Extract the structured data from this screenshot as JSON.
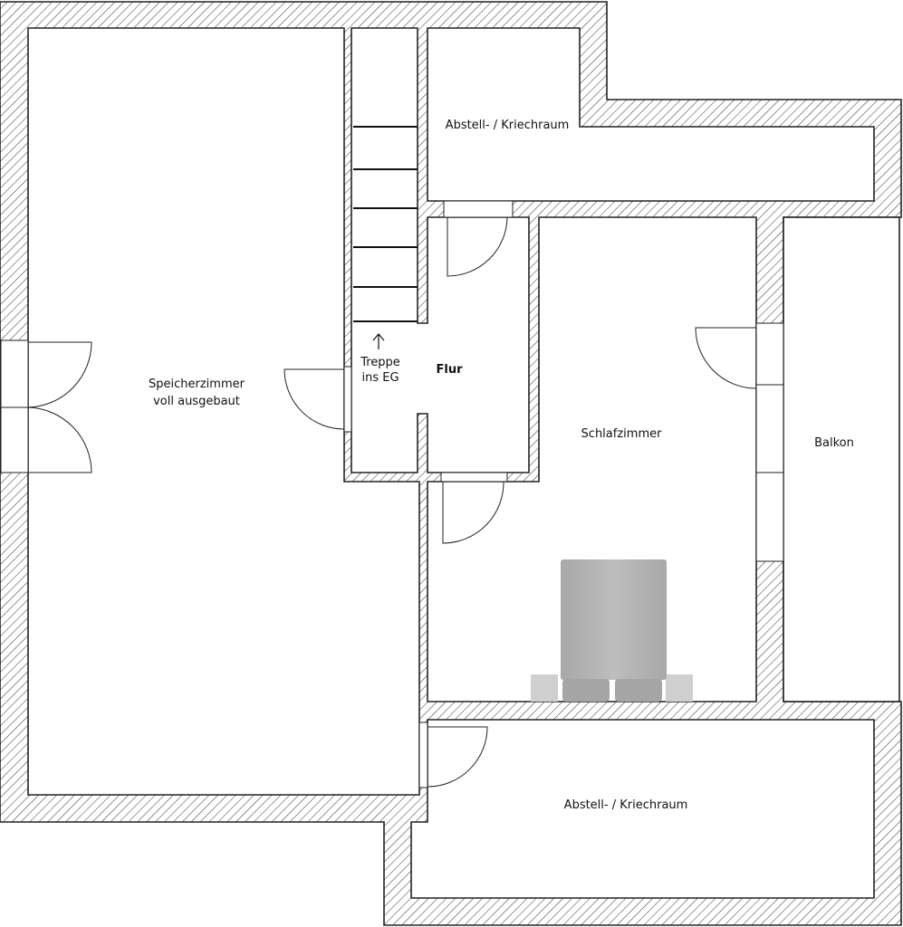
{
  "rooms": {
    "storage_top": "Abstell- / Kriechraum",
    "attic_room_line1": "Speicherzimmer",
    "attic_room_line2": "voll ausgebaut",
    "stairs_line1": "Treppe",
    "stairs_line2": "ins EG",
    "hallway": "Flur",
    "bedroom": "Schlafzimmer",
    "balcony": "Balkon",
    "storage_bottom": "Abstell- / Kriechraum"
  },
  "colors": {
    "wall_line": "#222222",
    "bed": "#b0b0b0",
    "nightstand": "#cccccc"
  }
}
